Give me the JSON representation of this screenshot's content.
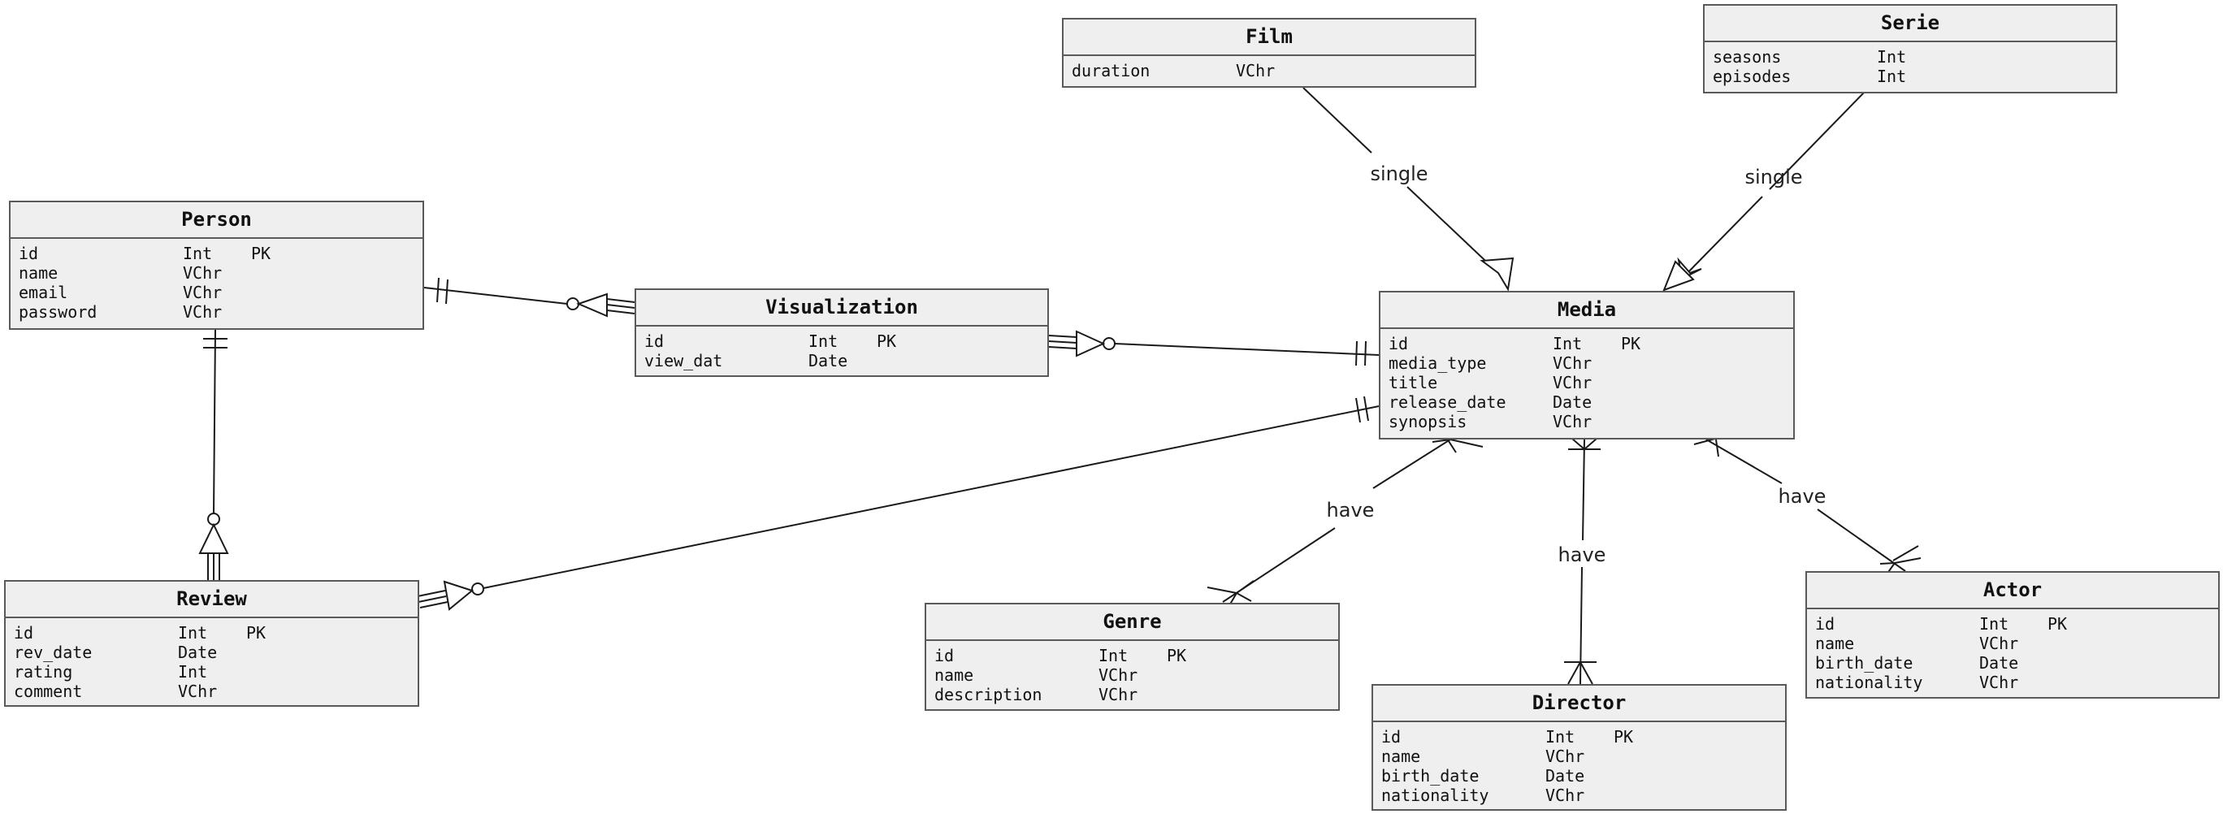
{
  "entities": {
    "film": {
      "name": "Film",
      "attributes": [
        {
          "name": "duration",
          "type": "VChr",
          "key": ""
        }
      ]
    },
    "serie": {
      "name": "Serie",
      "attributes": [
        {
          "name": "seasons",
          "type": "Int",
          "key": ""
        },
        {
          "name": "episodes",
          "type": "Int",
          "key": ""
        }
      ]
    },
    "person": {
      "name": "Person",
      "attributes": [
        {
          "name": "id",
          "type": "Int",
          "key": "PK"
        },
        {
          "name": "name",
          "type": "VChr",
          "key": ""
        },
        {
          "name": "email",
          "type": "VChr",
          "key": ""
        },
        {
          "name": "password",
          "type": "VChr",
          "key": ""
        }
      ]
    },
    "visualization": {
      "name": "Visualization",
      "attributes": [
        {
          "name": "id",
          "type": "Int",
          "key": "PK"
        },
        {
          "name": "view_dat",
          "type": "Date",
          "key": ""
        }
      ]
    },
    "media": {
      "name": "Media",
      "attributes": [
        {
          "name": "id",
          "type": "Int",
          "key": "PK"
        },
        {
          "name": "media_type",
          "type": "VChr",
          "key": ""
        },
        {
          "name": "title",
          "type": "VChr",
          "key": ""
        },
        {
          "name": "release_date",
          "type": "Date",
          "key": ""
        },
        {
          "name": "synopsis",
          "type": "VChr",
          "key": ""
        }
      ]
    },
    "review": {
      "name": "Review",
      "attributes": [
        {
          "name": "id",
          "type": "Int",
          "key": "PK"
        },
        {
          "name": "rev_date",
          "type": "Date",
          "key": ""
        },
        {
          "name": "rating",
          "type": "Int",
          "key": ""
        },
        {
          "name": "comment",
          "type": "VChr",
          "key": ""
        }
      ]
    },
    "genre": {
      "name": "Genre",
      "attributes": [
        {
          "name": "id",
          "type": "Int",
          "key": "PK"
        },
        {
          "name": "name",
          "type": "VChr",
          "key": ""
        },
        {
          "name": "description",
          "type": "VChr",
          "key": ""
        }
      ]
    },
    "director": {
      "name": "Director",
      "attributes": [
        {
          "name": "id",
          "type": "Int",
          "key": "PK"
        },
        {
          "name": "name",
          "type": "VChr",
          "key": ""
        },
        {
          "name": "birth_date",
          "type": "Date",
          "key": ""
        },
        {
          "name": "nationality",
          "type": "VChr",
          "key": ""
        }
      ]
    },
    "actor": {
      "name": "Actor",
      "attributes": [
        {
          "name": "id",
          "type": "Int",
          "key": "PK"
        },
        {
          "name": "name",
          "type": "VChr",
          "key": ""
        },
        {
          "name": "birth_date",
          "type": "Date",
          "key": ""
        },
        {
          "name": "nationality",
          "type": "VChr",
          "key": ""
        }
      ]
    }
  },
  "relationships": {
    "film_media": {
      "label": "single"
    },
    "serie_media": {
      "label": "single"
    },
    "media_genre": {
      "label": "have"
    },
    "media_director": {
      "label": "have"
    },
    "media_actor": {
      "label": "have"
    }
  },
  "colors": {
    "entity_fill": "#efefef",
    "border": "#5a5a5a",
    "line": "#1a1a1a"
  }
}
